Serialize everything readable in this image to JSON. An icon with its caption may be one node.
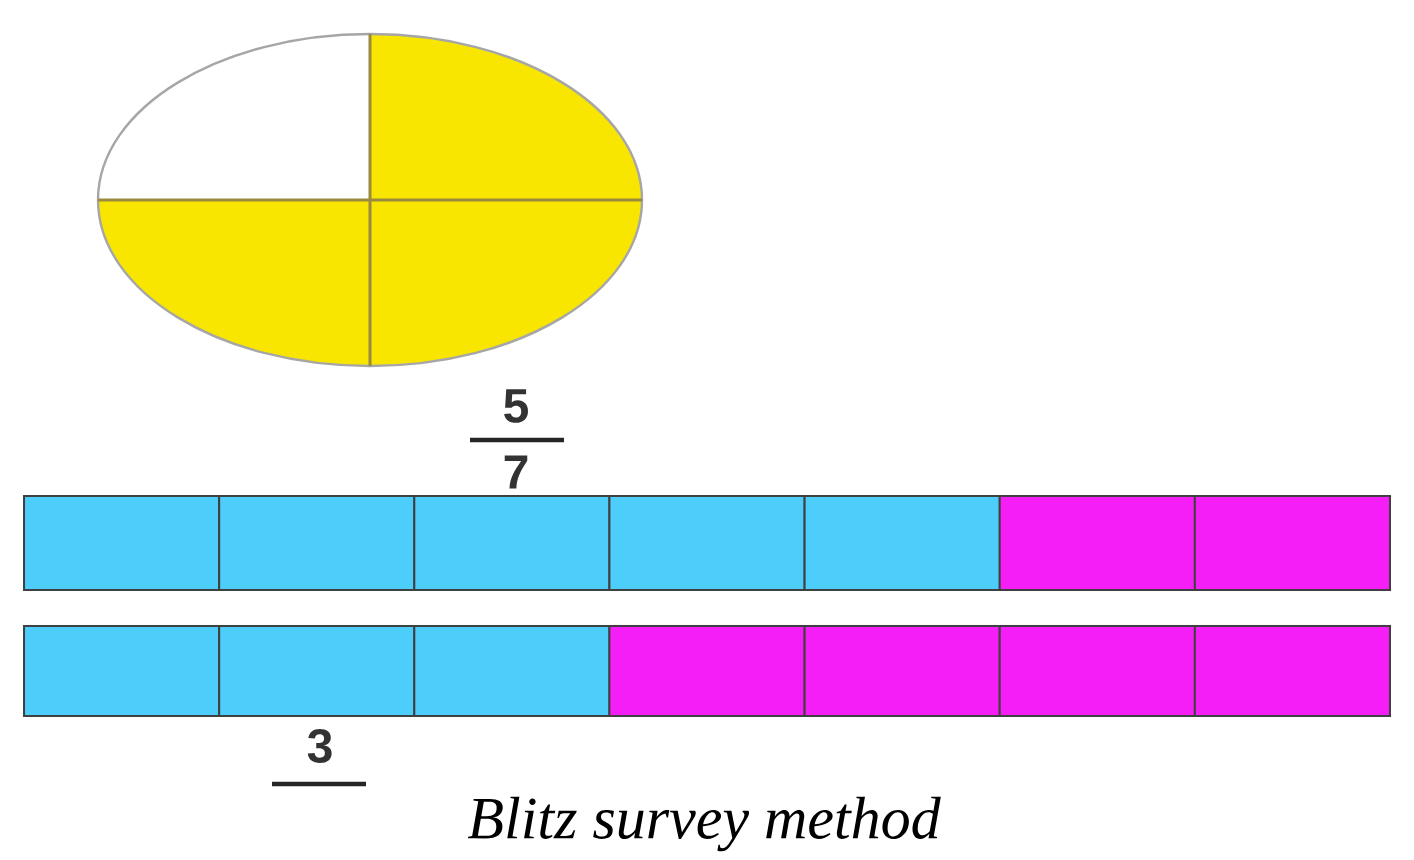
{
  "diagram": {
    "caption": "Blitz survey method",
    "labels": [
      "5",
      "7",
      "3"
    ]
  }
}
